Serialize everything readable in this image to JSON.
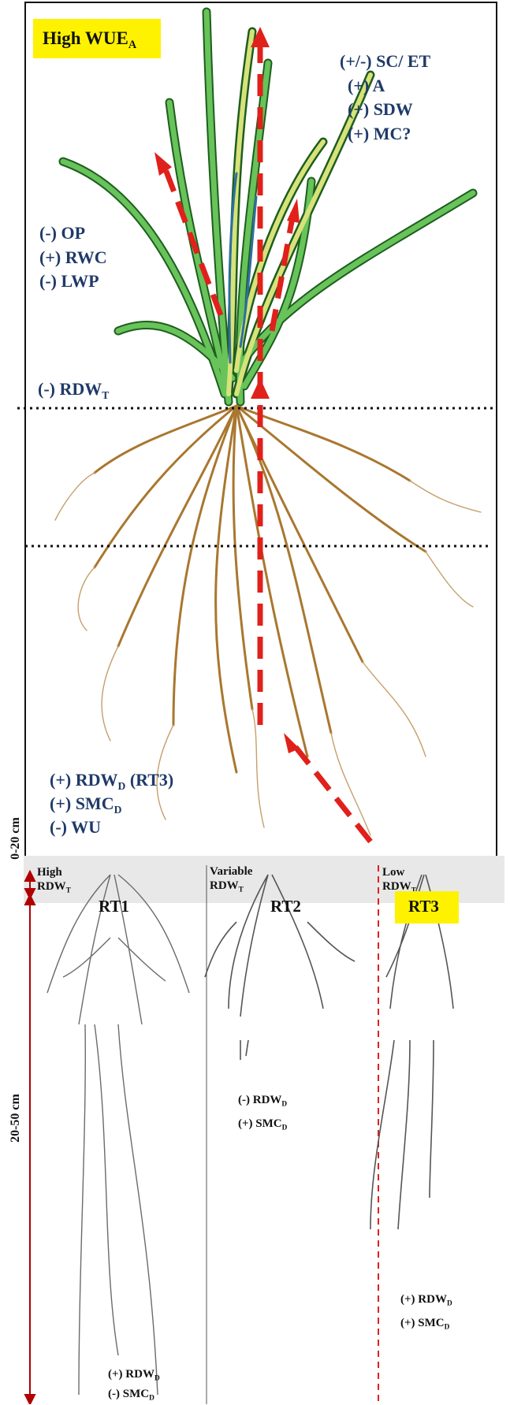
{
  "title": {
    "main": "High WUE",
    "sub": "A"
  },
  "right_labels": [
    {
      "text": "(+/-) SC/ ET",
      "sub": ""
    },
    {
      "text": "(+)  A",
      "sub": ""
    },
    {
      "text": "(+) SDW",
      "sub": ""
    },
    {
      "text": "(+) MC?",
      "sub": ""
    }
  ],
  "left_labels": [
    {
      "text": "(-) OP",
      "sub": ""
    },
    {
      "text": "(+) RWC",
      "sub": ""
    },
    {
      "text": "(-) LWP",
      "sub": ""
    }
  ],
  "root_top_label": {
    "text": "(-) RDW",
    "sub": "T"
  },
  "bottom_labels": [
    {
      "text": "(+) RDW",
      "sub": "D",
      "suffix": " (RT3)"
    },
    {
      "text": "(+) SMC",
      "sub": "D",
      "suffix": ""
    },
    {
      "text": "(-)  WU",
      "sub": "",
      "suffix": ""
    }
  ],
  "depths": {
    "top": "0-20 cm",
    "bottom": "20-50 cm"
  },
  "root_types": [
    {
      "name": "RT1",
      "header": "High",
      "header2": "RDW",
      "header2_sub": "T",
      "notes": [
        {
          "text": "(+) RDW",
          "sub": "D"
        },
        {
          "text": "(-) SMC",
          "sub": "D"
        }
      ]
    },
    {
      "name": "RT2",
      "header": "Variable",
      "header2": "RDW",
      "header2_sub": "T",
      "notes": [
        {
          "text": "(-) RDW",
          "sub": "D"
        },
        {
          "text": "(+) SMC",
          "sub": "D"
        }
      ]
    },
    {
      "name": "RT3",
      "header": "Low",
      "header2": "RDW",
      "header2_sub": "T",
      "notes": [
        {
          "text": "(+) RDW",
          "sub": "D"
        },
        {
          "text": "(+) SMC",
          "sub": "D"
        }
      ]
    }
  ],
  "colors": {
    "highlight": "#fff200",
    "label": "#1f3a68",
    "arrow": "#e0211b",
    "leaf": "#3c9a3c",
    "root": "#a9772f",
    "band": "#e8e8e8"
  }
}
